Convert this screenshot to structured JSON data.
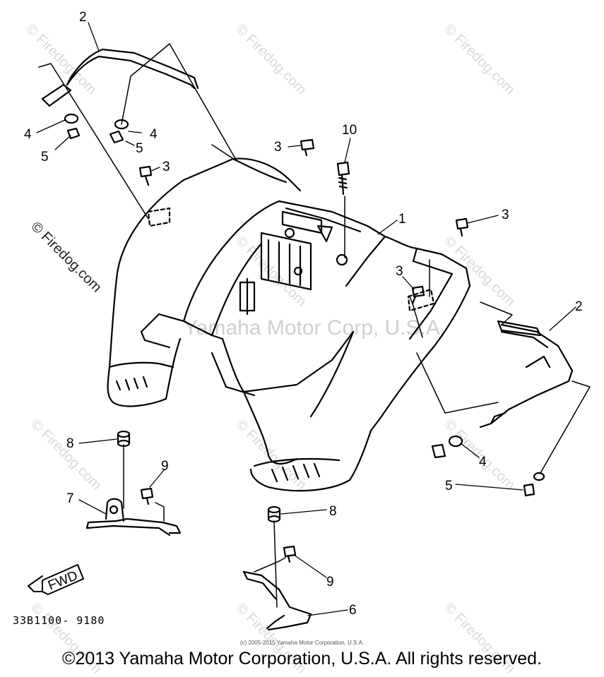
{
  "callouts": {
    "c1": "1",
    "c2a": "2",
    "c2b": "2",
    "c3a": "3",
    "c3b": "3",
    "c3c": "3",
    "c3d": "3",
    "c4a": "4",
    "c4b": "4",
    "c4c": "4",
    "c5a": "5",
    "c5b": "5",
    "c5c": "5",
    "c6": "6",
    "c7": "7",
    "c8a": "8",
    "c8b": "8",
    "c9a": "9",
    "c9b": "9",
    "c10": "10"
  },
  "fwd_label": "FWD",
  "diagram_code": "33B1100- 9180",
  "watermark": "© Firedog.com",
  "center_watermark": "Yamaha Motor Corp, U.S.A.",
  "small_copyright": "(c) 2005-2015 Yamaha Motor Corporation, U.S.A.",
  "copyright": "©2013 Yamaha Motor Corporation, U.S.A. All rights reserved."
}
